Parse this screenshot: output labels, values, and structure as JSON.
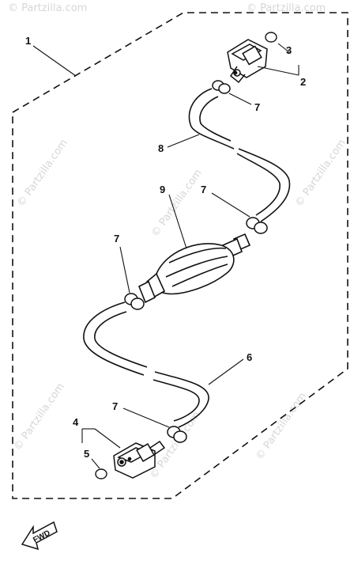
{
  "diagram": {
    "callouts": {
      "c1": "1",
      "c2": "2",
      "c3": "3",
      "c4": "4",
      "c5": "5",
      "c6": "6",
      "c7a": "7",
      "c7b": "7",
      "c7c": "7",
      "c7d": "7",
      "c8": "8",
      "c9": "9"
    },
    "fwd_label": "FWD",
    "watermark": {
      "text": "© Partzilla.com",
      "icon": "copyright-icon"
    }
  }
}
